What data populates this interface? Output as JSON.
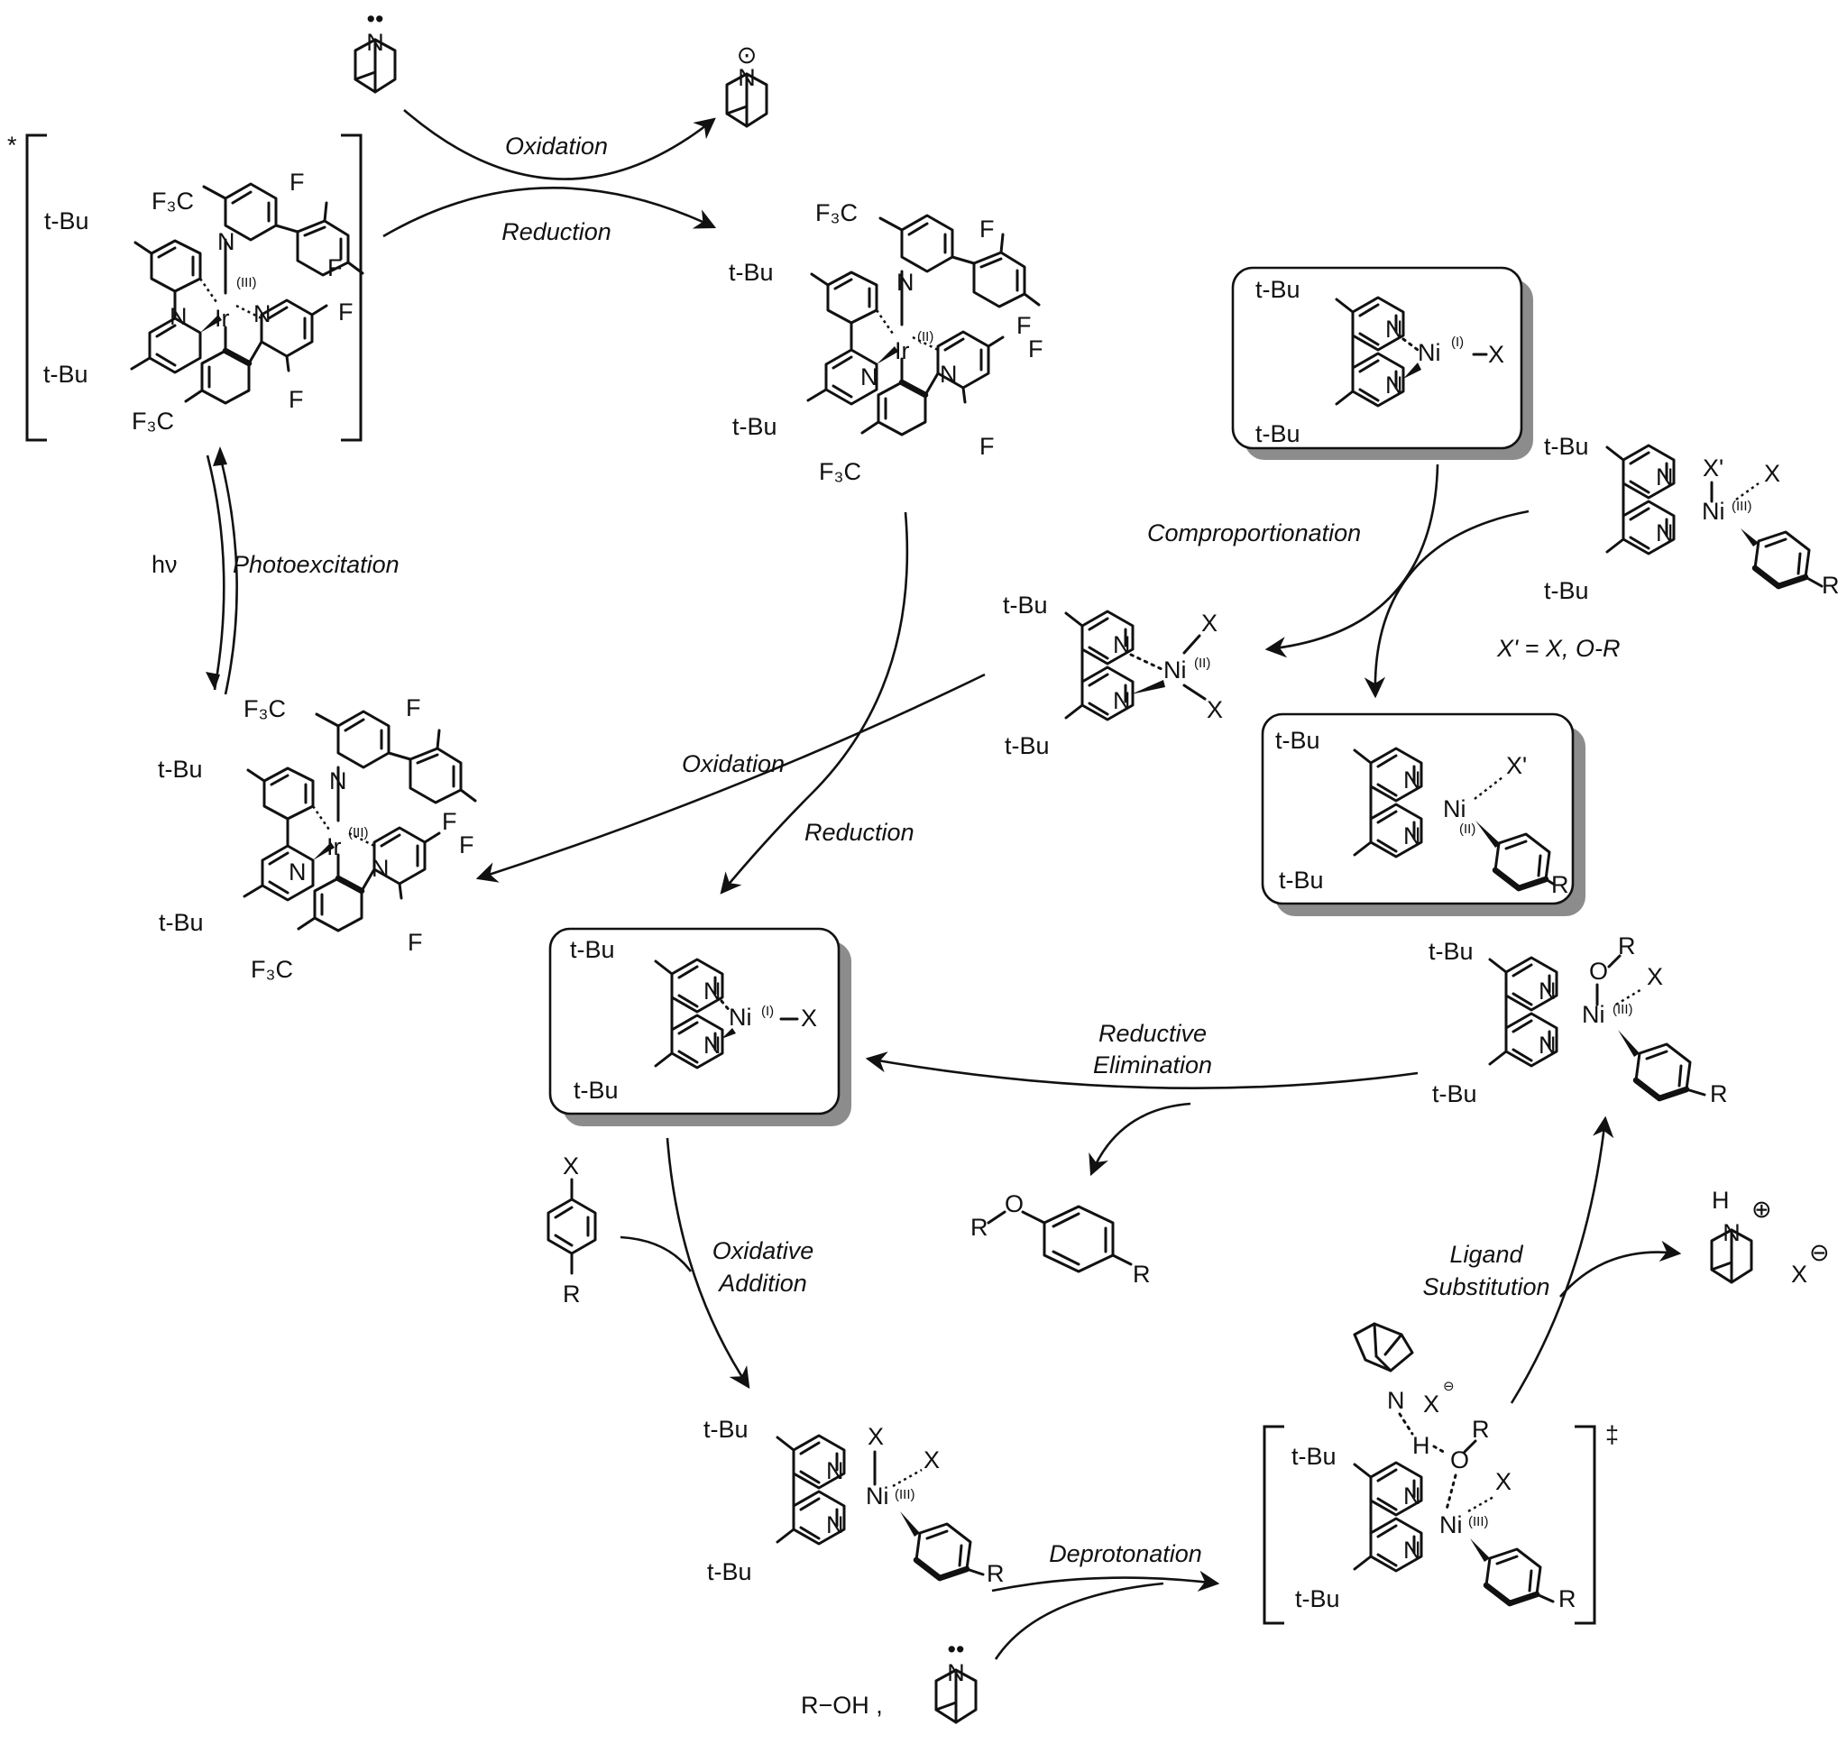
{
  "labels": {
    "oxidation_top": "Oxidation",
    "reduction_top": "Reduction",
    "photoexcitation": "Photoexcitation",
    "hv": "hν",
    "comproportionation": "Comproportionation",
    "oxidation_mid": "Oxidation",
    "reduction_mid": "Reduction",
    "reductive_elimination": [
      "Reductive",
      "Elimination"
    ],
    "oxidative_addition": [
      "Oxidative",
      "Addition"
    ],
    "ligand_substitution": [
      "Ligand",
      "Substitution"
    ],
    "deprotonation": "Deprotonation",
    "x_prime_def": "X' = X, O-R",
    "reagents_bottom": "R−OH  ,",
    "excited_star": "*",
    "ts_dagger": "‡"
  },
  "atoms": {
    "tbu": "t-Bu",
    "f3c": "F₃C",
    "f": "F",
    "n": "N",
    "ir": "Ir",
    "ni": "Ni",
    "x": "X",
    "x_prime": "X'",
    "r": "R",
    "o": "O",
    "h": "H",
    "lone_pair": "••",
    "radical": "⊙",
    "plus": "⊕",
    "minus": "⊖"
  },
  "oxidation_states": {
    "i": "(I)",
    "ii": "(II)",
    "iii": "(III)"
  }
}
